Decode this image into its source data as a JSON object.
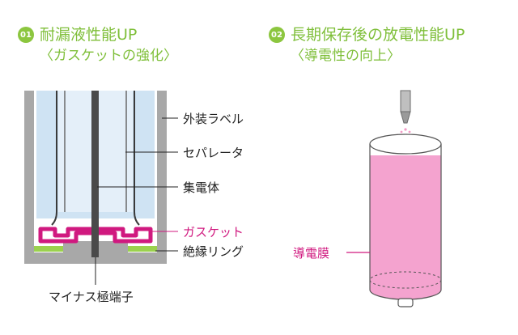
{
  "panels": [
    {
      "number": "01",
      "title": "耐漏液性能UP",
      "subtitle": "〈ガスケットの強化〉",
      "labels": {
        "outer_label": "外装ラベル",
        "separator": "セパレータ",
        "collector": "集電体",
        "gasket": "ガスケット",
        "insulating_ring": "絶縁リング",
        "negative_terminal": "マイナス極端子"
      }
    },
    {
      "number": "02",
      "title": "長期保存後の放電性能UP",
      "subtitle": "〈導電性の向上〉",
      "labels": {
        "conductive_film": "導電膜"
      }
    }
  ],
  "colors": {
    "accent_green": "#8cc63f",
    "heading_green": "#7fbf3a",
    "gasket_magenta": "#d0197f",
    "film_pink": "#f4a3cf",
    "casing_gray": "#a8a8a8",
    "electrolyte_blue": "#cfe3f3",
    "collector_dark": "#4a4a4a",
    "ring_green": "#9bd14e"
  }
}
